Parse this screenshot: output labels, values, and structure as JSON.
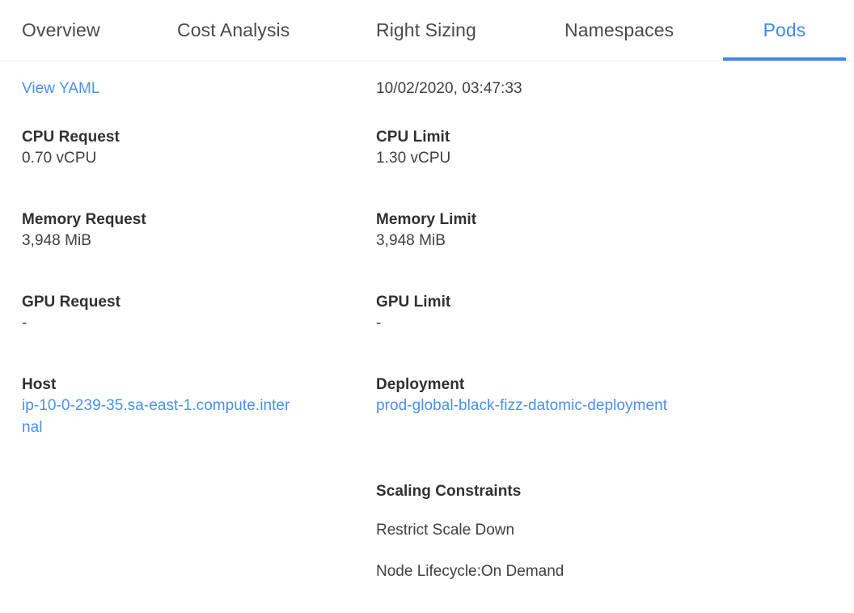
{
  "tabs": [
    {
      "id": "overview",
      "label": "Overview",
      "active": false
    },
    {
      "id": "cost",
      "label": "Cost Analysis",
      "active": false
    },
    {
      "id": "rightsizing",
      "label": "Right Sizing",
      "active": false
    },
    {
      "id": "namespaces",
      "label": "Namespaces",
      "active": false
    },
    {
      "id": "pods",
      "label": "Pods",
      "active": true
    }
  ],
  "colors": {
    "accent": "#4285f4",
    "link": "#4a90e8",
    "text": "#3c4043",
    "label": "#2f3033",
    "tab_inactive": "#4a4a4a",
    "border": "#ececec",
    "background": "#ffffff"
  },
  "left_column": {
    "view_yaml_link": "View YAML",
    "cpu_request": {
      "label": "CPU Request",
      "value": "0.70 vCPU"
    },
    "memory_request": {
      "label": "Memory Request",
      "value": "3,948 MiB"
    },
    "gpu_request": {
      "label": "GPU Request",
      "value": "-"
    },
    "host": {
      "label": "Host",
      "value": "ip-10-0-239-35.sa-east-1.compute.internal"
    }
  },
  "right_column": {
    "timestamp": "10/02/2020, 03:47:33",
    "cpu_limit": {
      "label": "CPU Limit",
      "value": "1.30 vCPU"
    },
    "memory_limit": {
      "label": "Memory Limit",
      "value": "3,948 MiB"
    },
    "gpu_limit": {
      "label": "GPU Limit",
      "value": "-"
    },
    "deployment": {
      "label": "Deployment",
      "value": "prod-global-black-fizz-datomic-deployment"
    },
    "scaling_constraints": {
      "label": "Scaling Constraints",
      "items": [
        "Restrict Scale Down",
        "Node Lifecycle:On Demand"
      ]
    }
  }
}
